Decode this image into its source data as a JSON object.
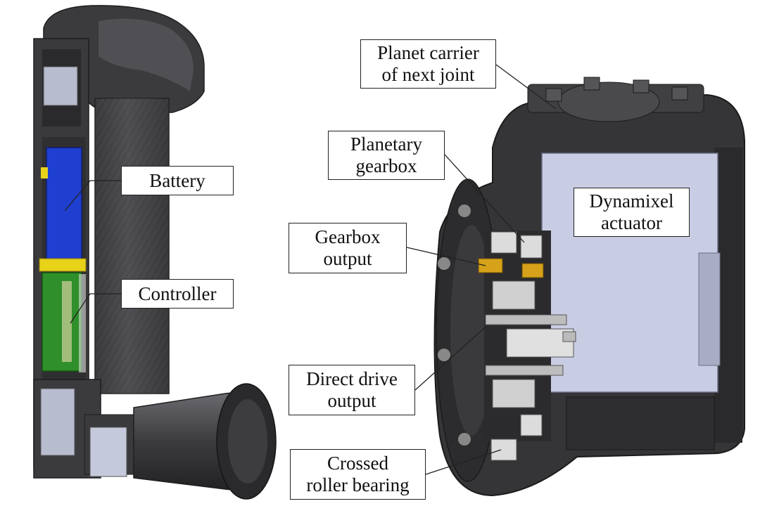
{
  "labels": {
    "battery": {
      "lines": [
        "Battery"
      ]
    },
    "controller": {
      "lines": [
        "Controller"
      ]
    },
    "planet_carrier": {
      "lines": [
        "Planet carrier",
        "of next joint"
      ]
    },
    "planetary_gearbox": {
      "lines": [
        "Planetary",
        "gearbox"
      ]
    },
    "dynamixel": {
      "lines": [
        "Dynamixel",
        "actuator"
      ]
    },
    "gearbox_output": {
      "lines": [
        "Gearbox",
        "output"
      ]
    },
    "direct_drive": {
      "lines": [
        "Direct drive",
        "output"
      ]
    },
    "crossed_roller": {
      "lines": [
        "Crossed",
        "roller bearing"
      ]
    }
  },
  "colors": {
    "housing": "#3a3a3c",
    "housing_dark": "#252527",
    "carbon": "#4a4a4d",
    "battery": "#1f3fd0",
    "pcb": "#2f8f2a",
    "connector": "#e8d21a",
    "actuator": "#c9cde4",
    "metal": "#d8d8d8",
    "brass": "#d6a21a"
  }
}
